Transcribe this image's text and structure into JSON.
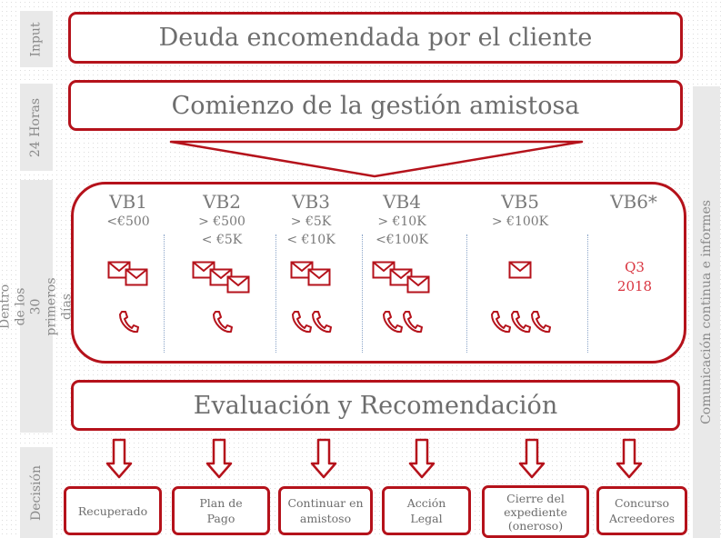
{
  "side_labels": {
    "input": "Input",
    "hours": "24 Horas",
    "days": "Dentro de los 30 primeros días",
    "decision": "Decisión",
    "comms": "Comunicación continua e informes"
  },
  "steps": {
    "debt": "Deuda encomendada por el cliente",
    "start": "Comienzo de la gestión amistosa",
    "evaluation": "Evaluación y Recomendación"
  },
  "buckets": [
    {
      "name": "VB1",
      "range1": "<€500",
      "range2": "",
      "emails": 2,
      "calls": 1
    },
    {
      "name": "VB2",
      "range1": "> €500",
      "range2": "< €5K",
      "emails": 3,
      "calls": 1
    },
    {
      "name": "VB3",
      "range1": "> €5K",
      "range2": "< €10K",
      "emails": 2,
      "calls": 2
    },
    {
      "name": "VB4",
      "range1": "> €10K",
      "range2": "<€100K",
      "emails": 3,
      "calls": 2
    },
    {
      "name": "VB5",
      "range1": "> €100K",
      "range2": "",
      "emails": 1,
      "calls": 3
    },
    {
      "name": "VB6*",
      "range1": "",
      "range2": "",
      "schedule_line1": "Q3",
      "schedule_line2": "2018"
    }
  ],
  "decisions": [
    {
      "label": "Recuperado"
    },
    {
      "label": "Plan de Pago"
    },
    {
      "label": "Continuar en amistoso"
    },
    {
      "label": "Acción Legal"
    },
    {
      "label": "Cierre del expediente (oneroso)"
    },
    {
      "label": "Concurso Acreedores"
    }
  ],
  "colors": {
    "accent": "#b5121b",
    "text": "#6d6d6d",
    "muted": "#8a8a8a",
    "label_bg": "#e9e9e9",
    "q3": "#d9343f"
  },
  "icons": [
    "envelope-icon",
    "phone-icon",
    "down-arrow-icon",
    "funnel-arrow"
  ]
}
